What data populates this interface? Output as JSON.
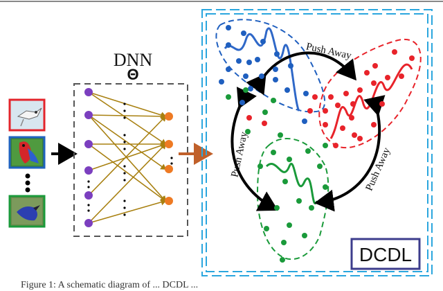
{
  "network": {
    "title": "DNN",
    "symbol": "Θ"
  },
  "push_labels": [
    "Push Away",
    "Push Away",
    "Push Away"
  ],
  "method_label": "DCDL",
  "caption": "Figure 1: A schematic diagram of ... DCDL ...",
  "colors": {
    "blue": "#1f5fbf",
    "red": "#e8232a",
    "green": "#1a9a3a",
    "neuron": "#7b3fbf",
    "output_neuron": "#ee7a23",
    "edge": "#a88010",
    "flow_arrow": "#c0602a",
    "border_blue": "#2aa6de",
    "box_border": "#3c3c8c"
  },
  "icons": [
    "bird-image-icon",
    "parrot-image-icon",
    "bluebird-image-icon"
  ]
}
